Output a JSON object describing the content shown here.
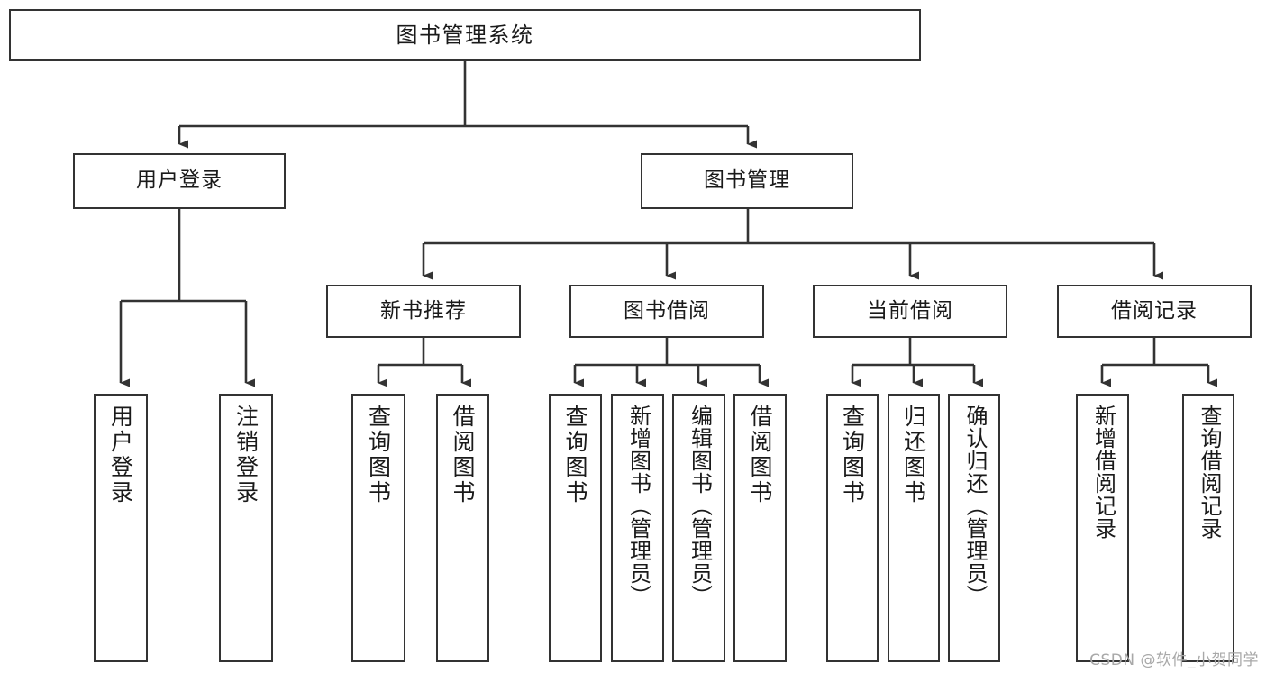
{
  "diagram": {
    "title": "图书管理系统",
    "type": "tree",
    "watermark": "CSDN @软件_小贺同学",
    "line_color": "#333333",
    "box_fill": "#ffffff",
    "text_color": "#1a1a1a"
  },
  "nodes": {
    "root": {
      "label": "图书管理系统",
      "level": 1,
      "orientation": "horizontal"
    },
    "l2": [
      {
        "label": "用户登录",
        "level": 2,
        "orientation": "horizontal"
      },
      {
        "label": "图书管理",
        "level": 2,
        "orientation": "horizontal"
      }
    ],
    "l3": [
      {
        "label": "新书推荐",
        "level": 3,
        "orientation": "horizontal"
      },
      {
        "label": "图书借阅",
        "level": 3,
        "orientation": "horizontal"
      },
      {
        "label": "当前借阅",
        "level": 3,
        "orientation": "horizontal"
      },
      {
        "label": "借阅记录",
        "level": 3,
        "orientation": "horizontal"
      }
    ],
    "leaves": [
      {
        "label": "用户登录",
        "parent": "用户登录",
        "orientation": "vertical"
      },
      {
        "label": "注销登录",
        "parent": "用户登录",
        "orientation": "vertical"
      },
      {
        "label": "查询图书",
        "parent": "新书推荐",
        "orientation": "vertical"
      },
      {
        "label": "借阅图书",
        "parent": "新书推荐",
        "orientation": "vertical"
      },
      {
        "label": "查询图书",
        "parent": "图书借阅",
        "orientation": "vertical"
      },
      {
        "label": "新增图书（管理员）",
        "parent": "图书借阅",
        "orientation": "vertical"
      },
      {
        "label": "编辑图书（管理员）",
        "parent": "图书借阅",
        "orientation": "vertical"
      },
      {
        "label": "借阅图书",
        "parent": "图书借阅",
        "orientation": "vertical"
      },
      {
        "label": "查询图书",
        "parent": "当前借阅",
        "orientation": "vertical"
      },
      {
        "label": "归还图书",
        "parent": "当前借阅",
        "orientation": "vertical"
      },
      {
        "label": "确认归还（管理员）",
        "parent": "当前借阅",
        "orientation": "vertical"
      },
      {
        "label": "新增借阅记录",
        "parent": "借阅记录",
        "orientation": "vertical"
      },
      {
        "label": "查询借阅记录",
        "parent": "借阅记录",
        "orientation": "vertical"
      }
    ]
  }
}
